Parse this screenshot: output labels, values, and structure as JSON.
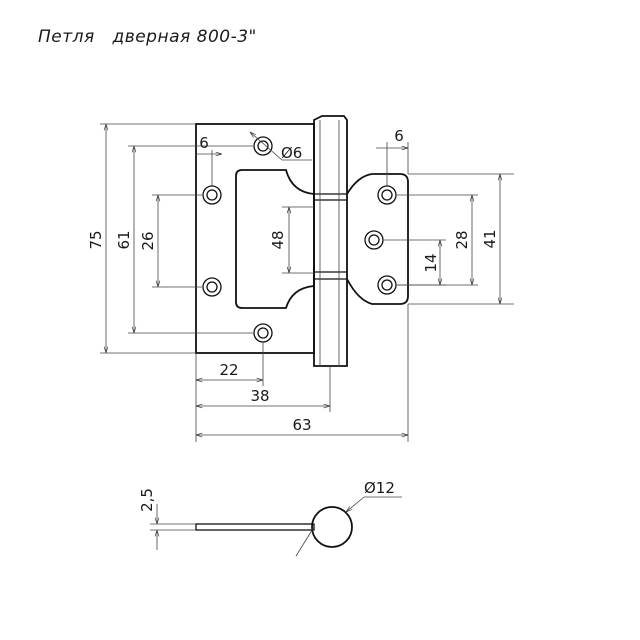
{
  "title": "Петля   дверная 800-3\"",
  "dimensions": {
    "d75": "75",
    "d61": "61",
    "d26": "26",
    "d48": "48",
    "d6_left": "6",
    "d6_hole": "Ø6",
    "d6_right": "6",
    "d28": "28",
    "d41": "41",
    "d14": "14",
    "d22": "22",
    "d38": "38",
    "d63": "63",
    "d2_5": "2,5",
    "d12": "Ø12"
  },
  "colors": {
    "line": "#111111",
    "text": "#1a1a1a",
    "background": "#ffffff"
  }
}
